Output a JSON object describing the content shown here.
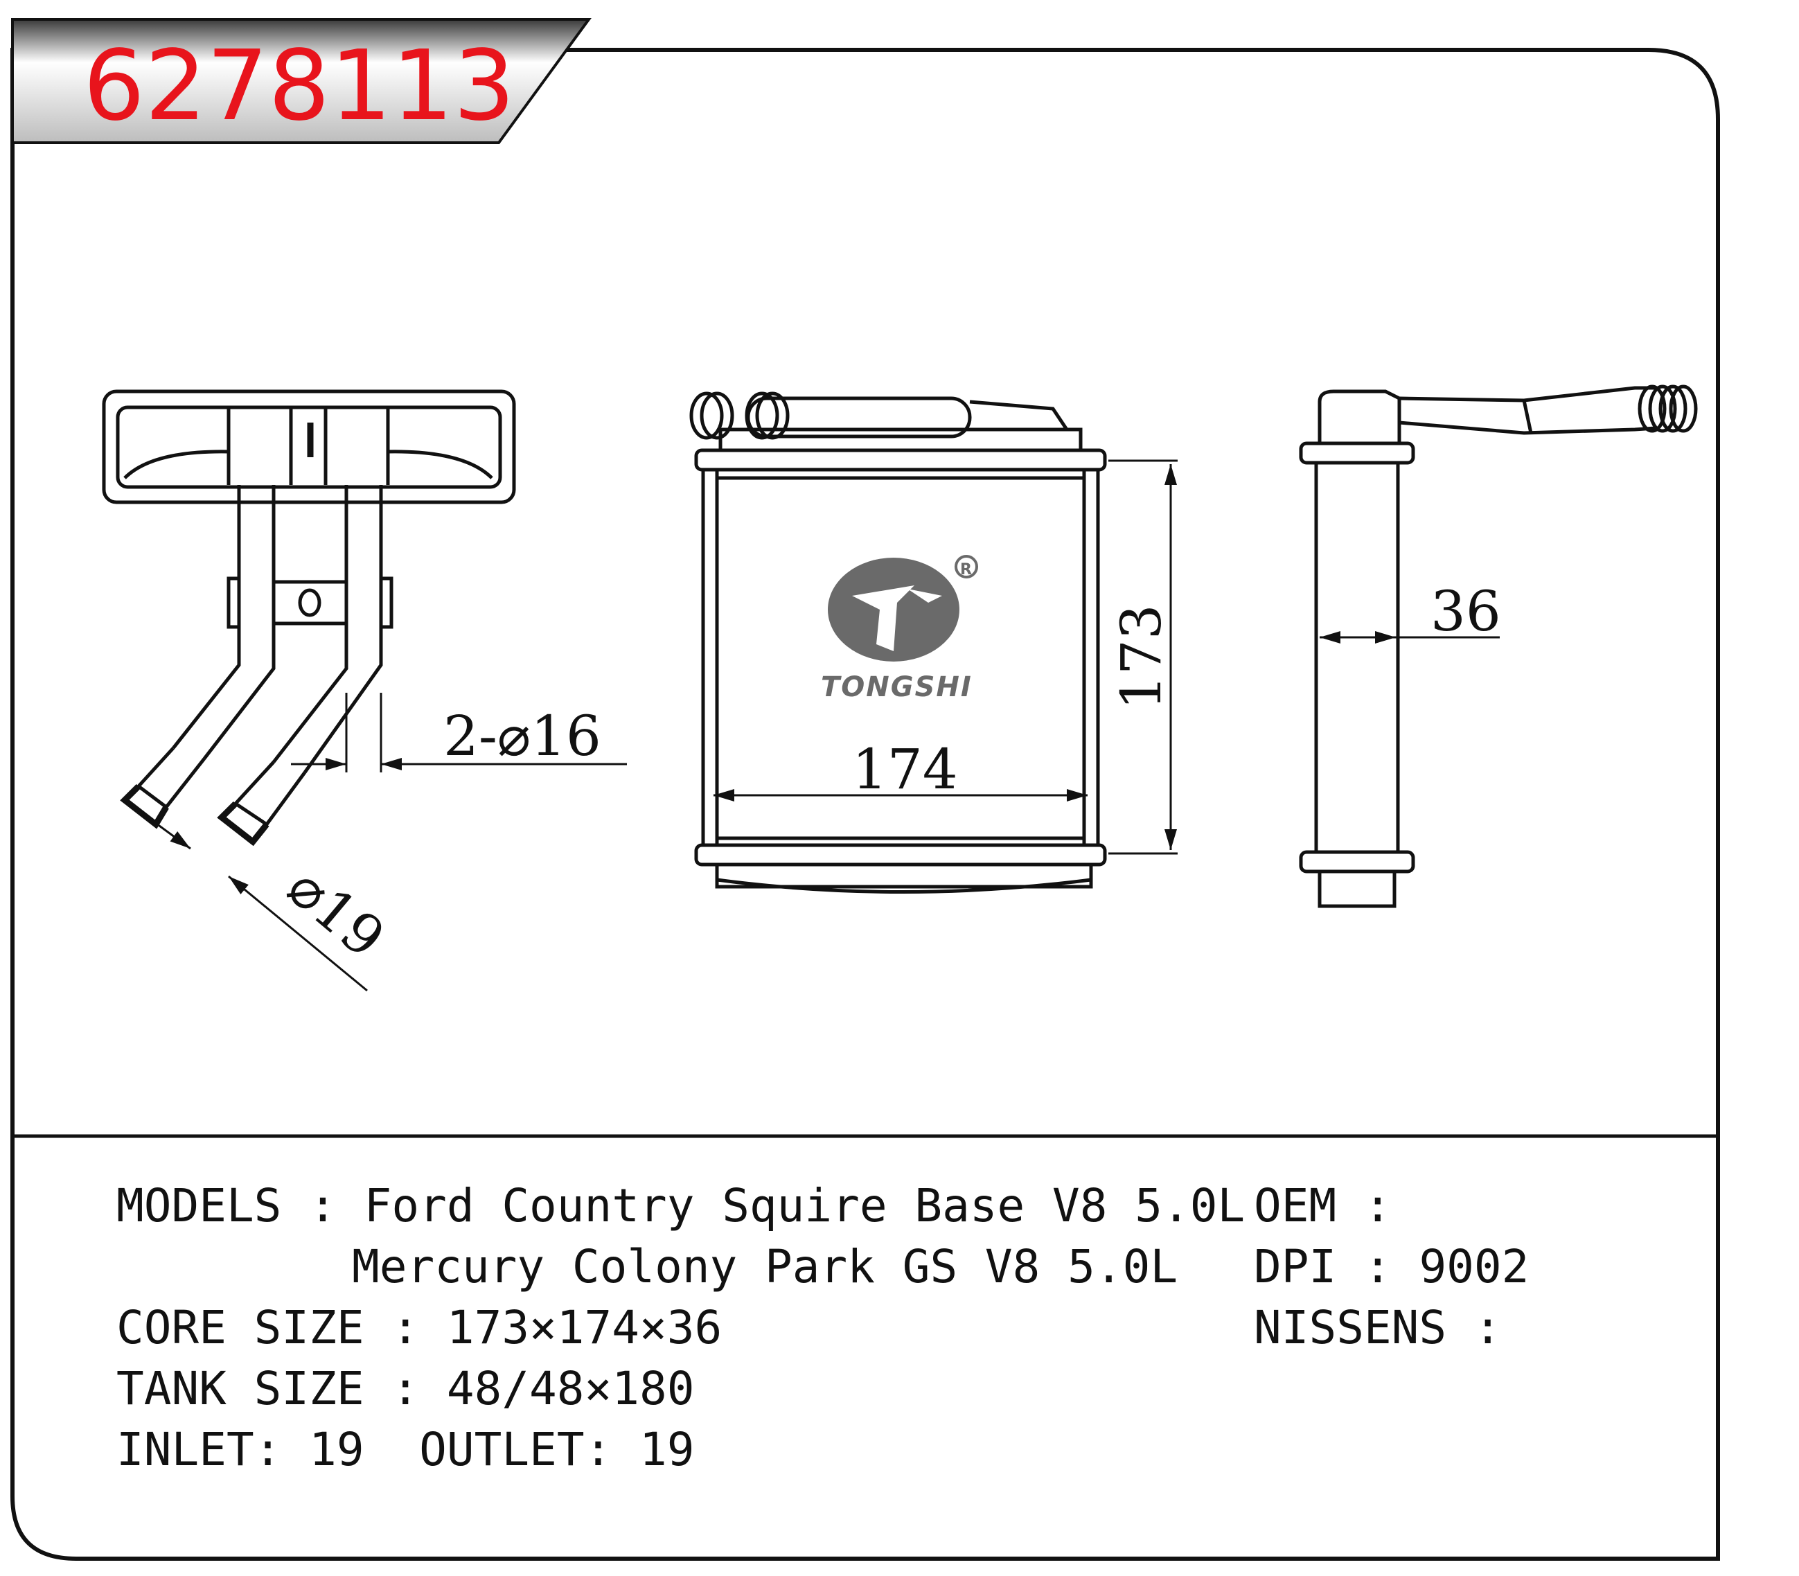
{
  "part_number": "6278113",
  "brand": "TONGSHI",
  "dimensions": {
    "pipe_dia": "2-⌀16",
    "inlet_dia": "⌀19",
    "width": "174",
    "height": "173",
    "depth": "36"
  },
  "specs": {
    "models_label": "MODELS",
    "models": [
      "Ford Country Squire Base V8 5.0L",
      "Mercury Colony Park GS V8 5.0L"
    ],
    "core_size_label": "CORE SIZE",
    "core_size": "173×174×36",
    "tank_size_label": "TANK SIZE",
    "tank_size": "48/48×180",
    "inlet_label": "INLET",
    "inlet": "19",
    "outlet_label": "OUTLET",
    "outlet": "19",
    "oem_label": "OEM",
    "oem": "",
    "dpi_label": "DPI",
    "dpi": "9002",
    "nissens_label": "NISSENS",
    "nissens": ""
  },
  "colors": {
    "title": "#e8141c",
    "line": "#111111",
    "logo": "#6a6a6a"
  }
}
